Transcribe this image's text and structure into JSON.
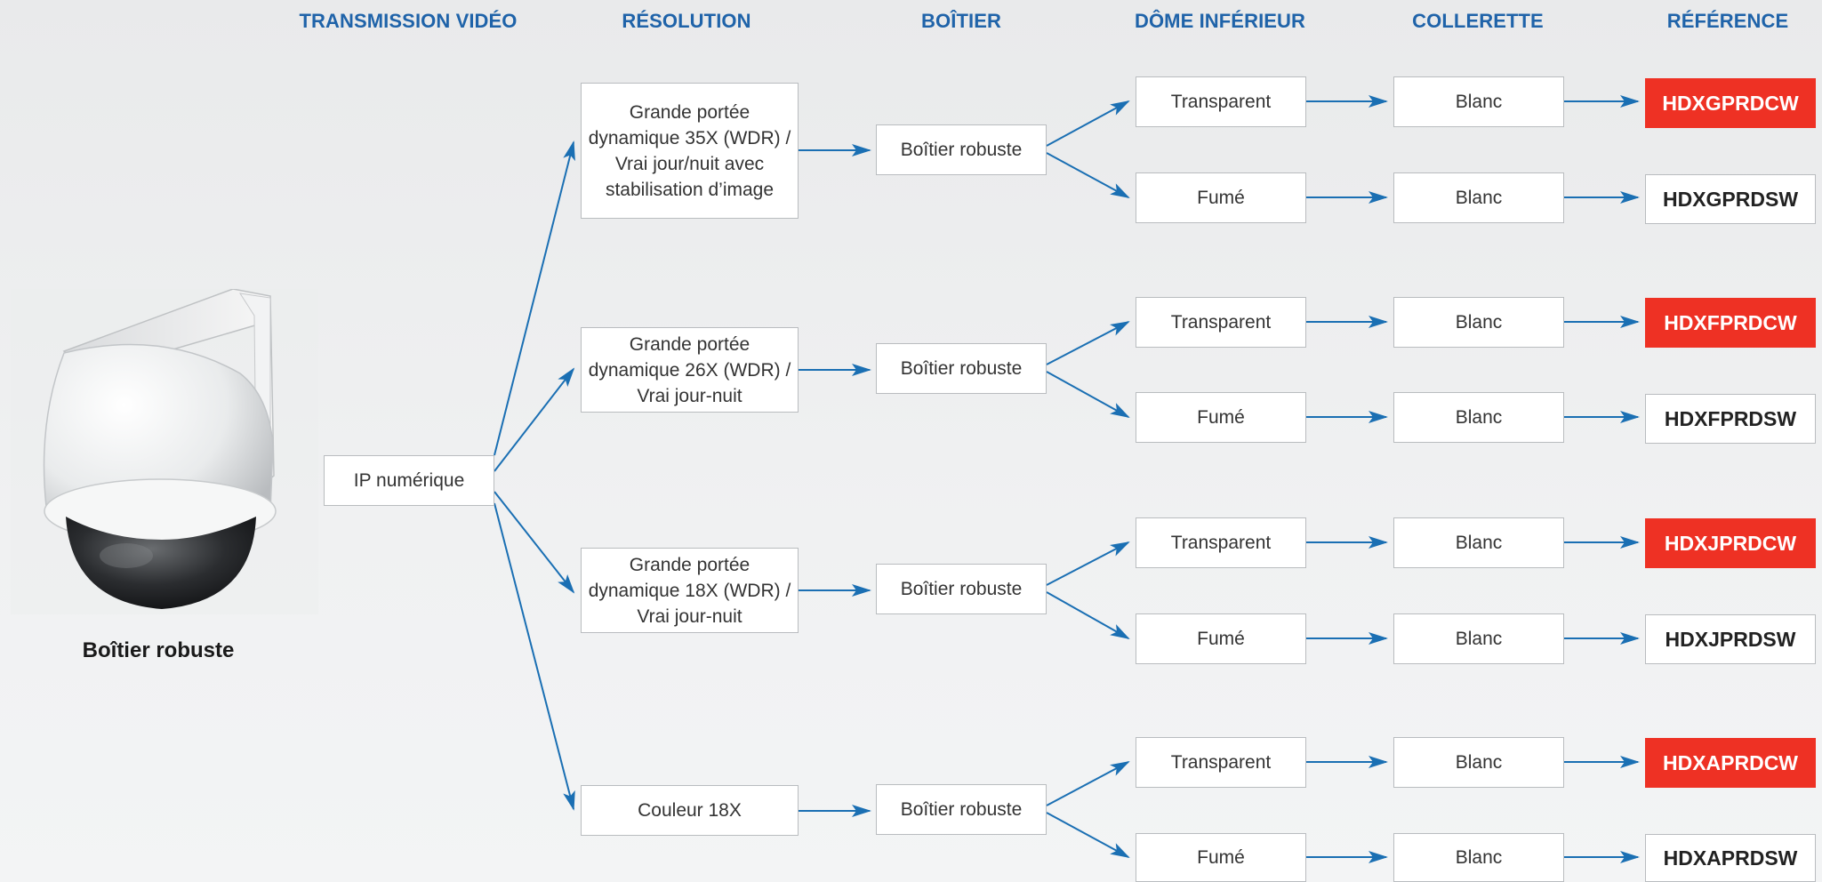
{
  "headers": {
    "transmission": "TRANSMISSION VIDÉO",
    "resolution": "RÉSOLUTION",
    "boitier": "BOÎTIER",
    "dome": "DÔME INFÉRIEUR",
    "collerette": "COLLERETTE",
    "reference": "RÉFÉRENCE"
  },
  "camera": {
    "label": "Boîtier robuste",
    "icon": "ptz-dome-camera-icon"
  },
  "transmission": {
    "label": "IP numérique"
  },
  "colors": {
    "header": "#1f63a9",
    "arrow": "#1a6fb3",
    "ref_red": "#ee3124"
  },
  "rows": [
    {
      "resolution": "Grande portée\ndynamique 35X (WDR) /\nVrai jour/nuit avec\nstabilisation d’image",
      "boitier": "Boîtier robuste",
      "variants": [
        {
          "dome": "Transparent",
          "collerette": "Blanc",
          "ref": "HDXGPRDCW",
          "highlight": true
        },
        {
          "dome": "Fumé",
          "collerette": "Blanc",
          "ref": "HDXGPRDSW",
          "highlight": false
        }
      ]
    },
    {
      "resolution": "Grande portée\ndynamique 26X (WDR) /\nVrai jour-nuit",
      "boitier": "Boîtier robuste",
      "variants": [
        {
          "dome": "Transparent",
          "collerette": "Blanc",
          "ref": "HDXFPRDCW",
          "highlight": true
        },
        {
          "dome": "Fumé",
          "collerette": "Blanc",
          "ref": "HDXFPRDSW",
          "highlight": false
        }
      ]
    },
    {
      "resolution": "Grande portée\ndynamique 18X (WDR) /\nVrai jour-nuit",
      "boitier": "Boîtier robuste",
      "variants": [
        {
          "dome": "Transparent",
          "collerette": "Blanc",
          "ref": "HDXJPRDCW",
          "highlight": true
        },
        {
          "dome": "Fumé",
          "collerette": "Blanc",
          "ref": "HDXJPRDSW",
          "highlight": false
        }
      ]
    },
    {
      "resolution": "Couleur 18X",
      "boitier": "Boîtier robuste",
      "variants": [
        {
          "dome": "Transparent",
          "collerette": "Blanc",
          "ref": "HDXAPRDCW",
          "highlight": true
        },
        {
          "dome": "Fumé",
          "collerette": "Blanc",
          "ref": "HDXAPRDSW",
          "highlight": false
        }
      ]
    }
  ]
}
